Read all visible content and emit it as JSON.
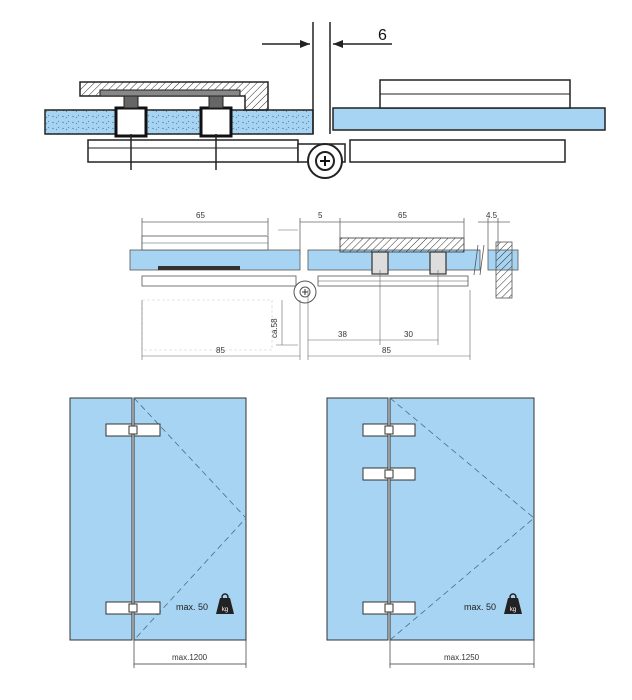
{
  "detail": {
    "gap_label": "6"
  },
  "section": {
    "dim_top_left": "65",
    "dim_top_gap": "5",
    "dim_top_right": "65",
    "dim_top_far": "4.5",
    "dim_side": "ca.58",
    "dim_bottom_a": "38",
    "dim_bottom_b": "30",
    "dim_bottom_left": "85",
    "dim_bottom_right": "85"
  },
  "doors": {
    "left_weight": "max. 50",
    "left_weight_unit": "kg",
    "left_width": "max.1200",
    "right_weight": "max. 50",
    "right_weight_unit": "kg",
    "right_width": "max.1250"
  },
  "colors": {
    "glass": "#a6d4f2",
    "line": "#222222",
    "dim_line": "#666666"
  }
}
